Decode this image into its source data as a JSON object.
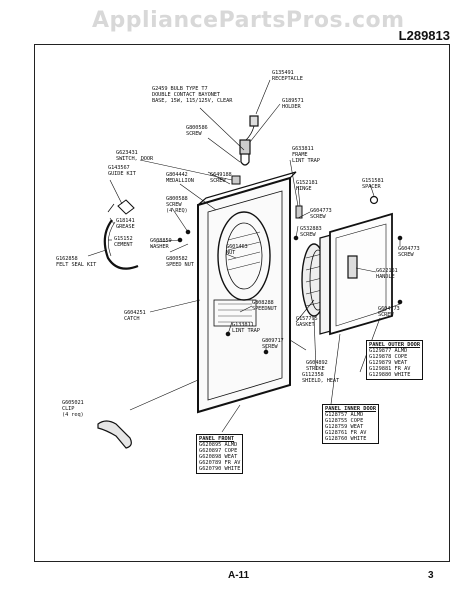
{
  "header": {
    "watermark": "AppliancePartsPros.com",
    "part_number": "L289813"
  },
  "footer": {
    "page_code": "A-11",
    "page_number": "3"
  },
  "callouts": {
    "receptacle": "G135491\nRECEPTACLE",
    "bulb": "G2459 BULB TYPE T7\nDOUBLE CONTACT BAYONET\nBASE, 15W, 115/125V, CLEAR",
    "holder": "G189571\nHOLDER",
    "screw_top": "G800586\nSCREW",
    "switch_door": "G623431\nSWITCH, DOOR",
    "guide_kit": "G143567\nGUIDE KIT",
    "medallion": "G804442\nMEDALLION",
    "screw_16": "G649188\nSCREW",
    "frame_lint": "G633811\nFRAME\nLINT TRAP",
    "screw_right_top": "G604773\nSCREW",
    "hinge": "G152181\nHINGE",
    "spacer": "G151581\nSPACER",
    "screw_14": "G800588\nSCREW\n(4 REQ)",
    "grease": "G18141\nGREASE",
    "cement": "G15152\nCEMENT",
    "washer": "G608859\nWASHER",
    "speed_nut_left": "G800582\nSPEED NUT",
    "nut": "G601463\nNUT",
    "screw_mid": "G532883\nSCREW",
    "screw_right": "G604773\nSCREW",
    "felt_seal": "G162858\nFELT SEAL KIT",
    "handle": "G622161\nHANDLE",
    "catch": "G604251\nCATCH",
    "speednut": "G808288\nSPEEDNUT",
    "lint_trap": "G133811\nLINT TRAP",
    "gasket": "G157795\nGASKET",
    "screw_lower_right": "G604773\nSCREW",
    "screw_bottom": "G809717\nSCREW",
    "strike": "G604892\nSTRIKE",
    "shield_heat": "G112358\nSHIELD, HEAT",
    "clip": "G605021\nCLIP\n(4 req)"
  },
  "panel_outer_door": {
    "title": "PANEL OUTER DOOR",
    "items": [
      "G129877 ALMD",
      "G129878 COPE",
      "G129879 WEAT",
      "G129881 FR AV",
      "G129880 WHITE"
    ]
  },
  "panel_inner_door": {
    "title": "PANEL INNER DOOR",
    "items": [
      "G128757 ALMD",
      "G128755 COPE",
      "G128759 WEAT",
      "G128761 FR AV",
      "G128760 WHITE"
    ]
  },
  "panel_front": {
    "title": "PANEL FRONT",
    "items": [
      "G620895 ALMD",
      "G620897 COPE",
      "G620898 WEAT",
      "G620789 FR AV",
      "G620790 WHITE"
    ]
  }
}
